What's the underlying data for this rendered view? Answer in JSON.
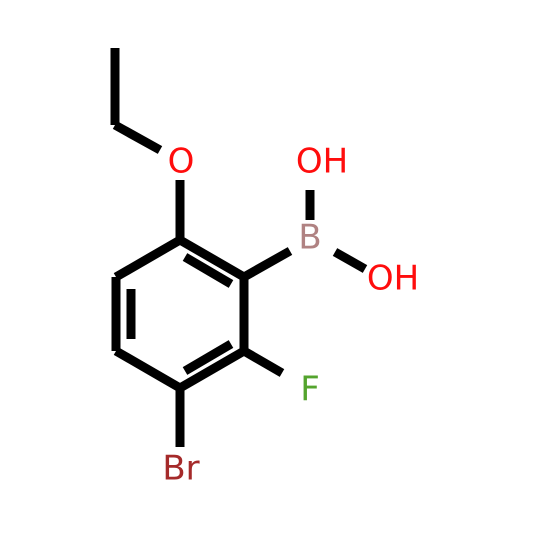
{
  "molecule": {
    "atoms": {
      "oxygen_ether": {
        "symbol": "O",
        "color": "#ff0d0d"
      },
      "boron": {
        "symbol": "B",
        "color": "#b08282"
      },
      "hydroxyl_top": {
        "symbol": "OH",
        "color": "#ff0d0d"
      },
      "hydroxyl_right": {
        "symbol": "OH",
        "color": "#ff0d0d"
      },
      "fluorine": {
        "symbol": "F",
        "color": "#54a42e"
      },
      "bromine": {
        "symbol": "Br",
        "color": "#a52a2a"
      }
    },
    "bond_color": "#000000"
  }
}
